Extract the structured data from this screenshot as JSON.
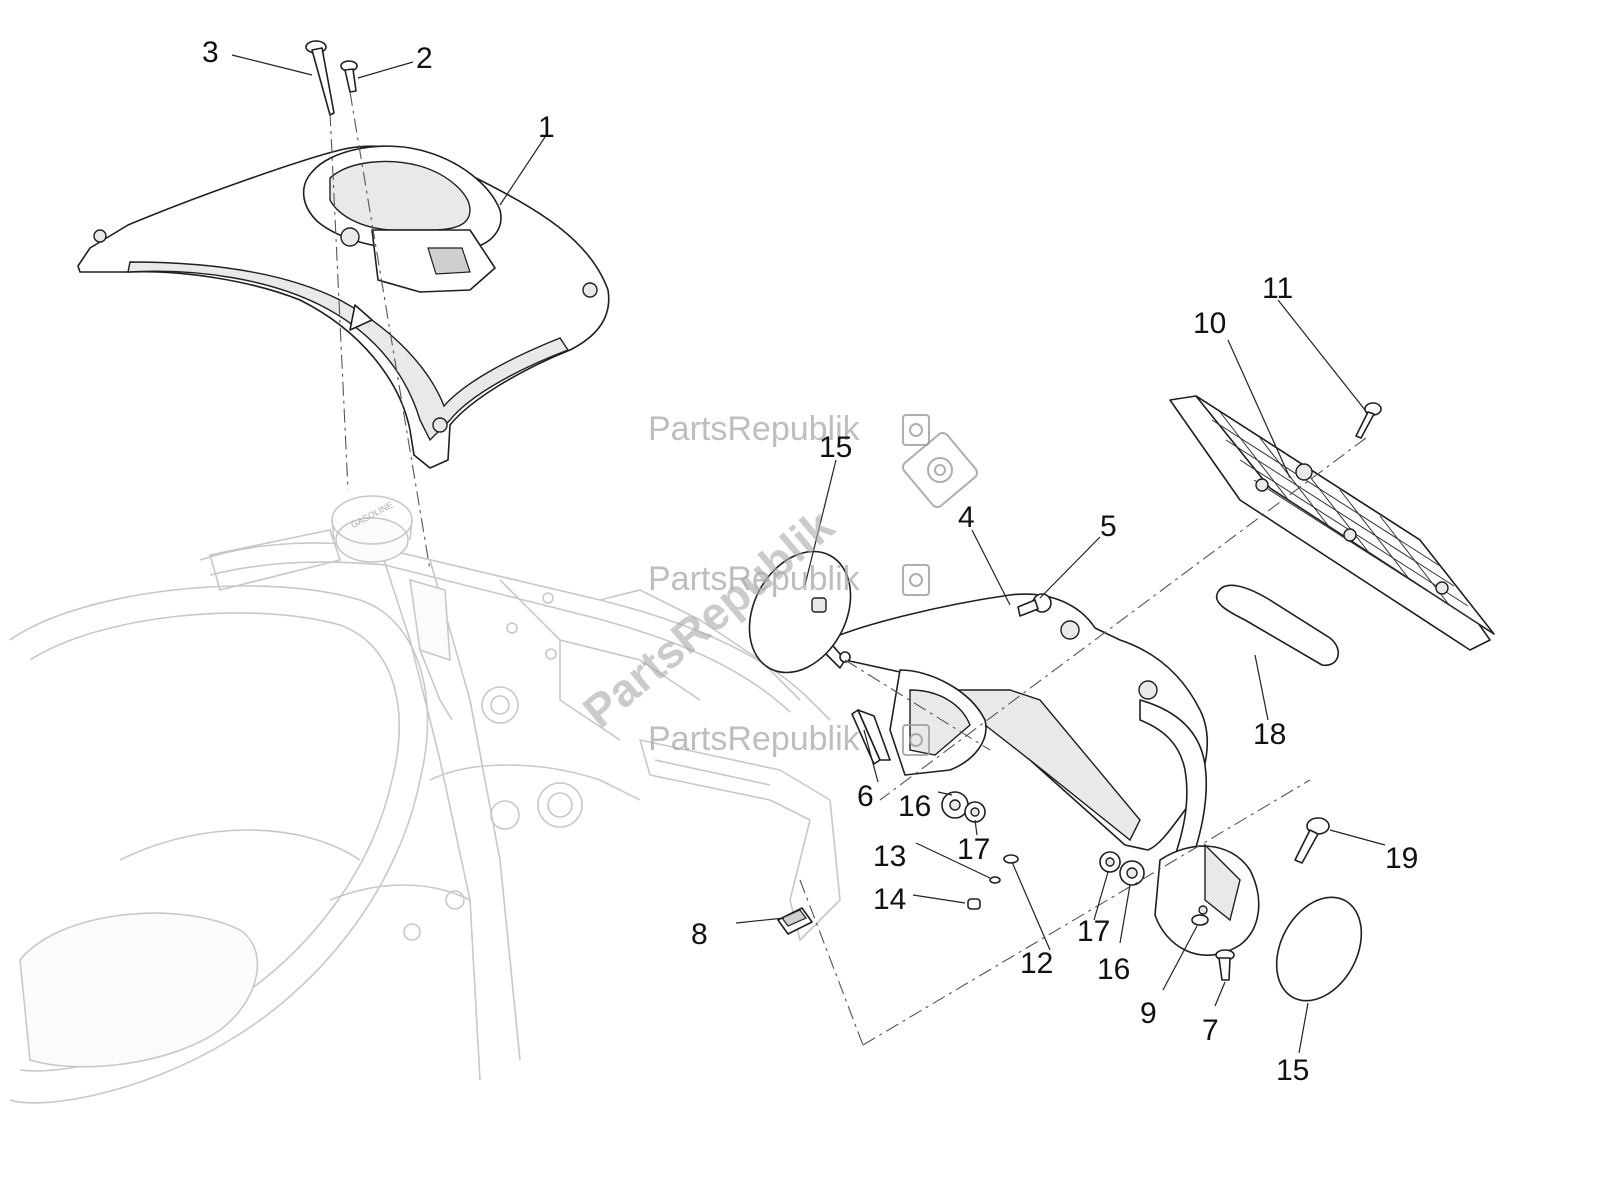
{
  "watermark": {
    "brand": "PartsRepublik"
  },
  "callouts": [
    {
      "id": "c1",
      "label": "1"
    },
    {
      "id": "c2",
      "label": "2"
    },
    {
      "id": "c3",
      "label": "3"
    },
    {
      "id": "c4",
      "label": "4"
    },
    {
      "id": "c5",
      "label": "5"
    },
    {
      "id": "c6",
      "label": "6"
    },
    {
      "id": "c7",
      "label": "7"
    },
    {
      "id": "c8",
      "label": "8"
    },
    {
      "id": "c9",
      "label": "9"
    },
    {
      "id": "c10",
      "label": "10"
    },
    {
      "id": "c11",
      "label": "11"
    },
    {
      "id": "c12",
      "label": "12"
    },
    {
      "id": "c13",
      "label": "13"
    },
    {
      "id": "c14",
      "label": "14"
    },
    {
      "id": "c15a",
      "label": "15"
    },
    {
      "id": "c15b",
      "label": "15"
    },
    {
      "id": "c16a",
      "label": "16"
    },
    {
      "id": "c16b",
      "label": "16"
    },
    {
      "id": "c17a",
      "label": "17"
    },
    {
      "id": "c17b",
      "label": "17"
    },
    {
      "id": "c18",
      "label": "18"
    },
    {
      "id": "c19",
      "label": "19"
    }
  ],
  "fuel_cap_text": "GASOLINE"
}
